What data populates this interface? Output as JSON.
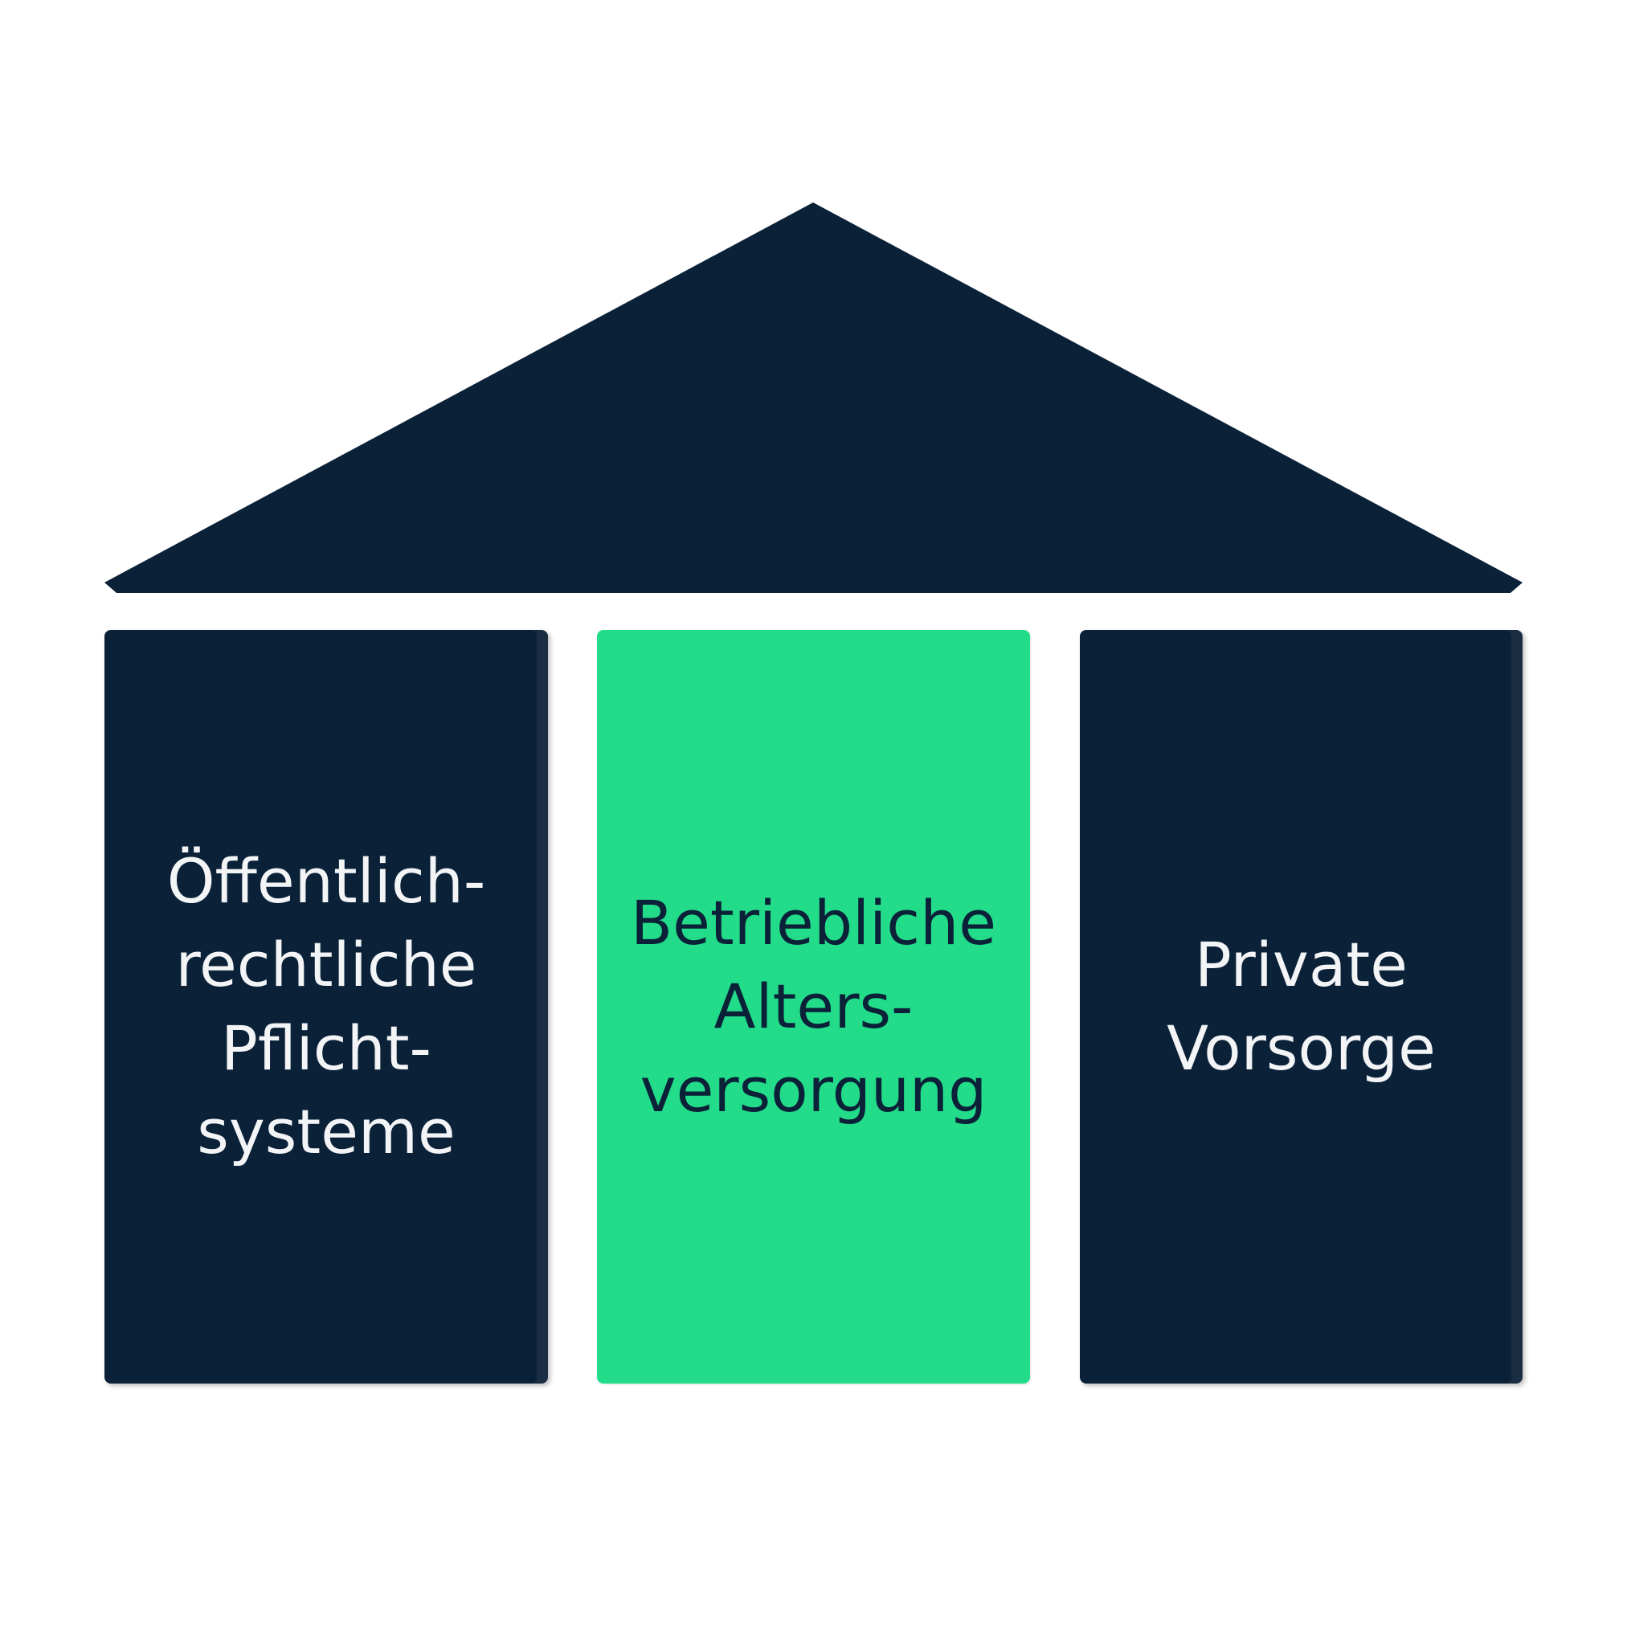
{
  "colors": {
    "background": "#ffffff",
    "dark_navy": "#0b2138",
    "accent_green": "#22dc8a",
    "text_light": "#f2f4f6"
  },
  "pillars": [
    {
      "lines": [
        "Öffentlich-",
        "rechtliche",
        "Pflicht-",
        "systeme"
      ],
      "color": "#0b2138"
    },
    {
      "lines": [
        "Betriebliche",
        "Alters-",
        "versorgung"
      ],
      "color": "#22dc8a"
    },
    {
      "lines": [
        "Private",
        "Vorsorge"
      ],
      "color": "#0b2138"
    }
  ]
}
